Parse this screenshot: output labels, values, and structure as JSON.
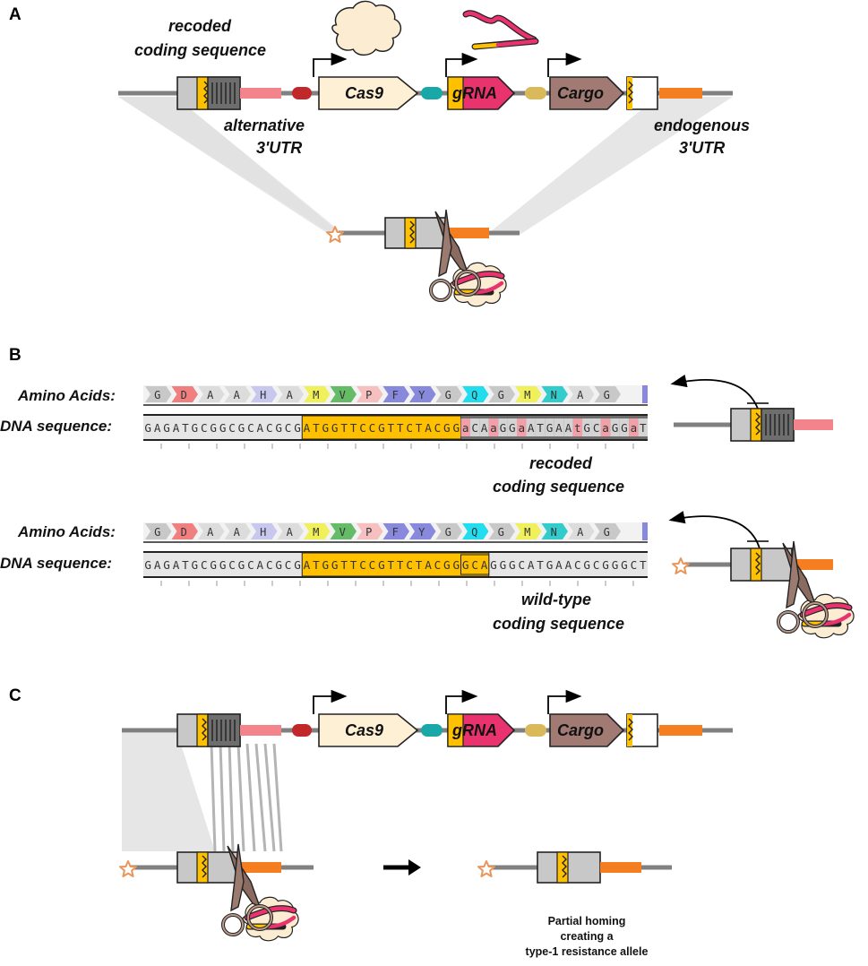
{
  "panels": {
    "a": "A",
    "b": "B",
    "c": "C"
  },
  "genes": {
    "cas9": "Cas9",
    "grna": "gRNA",
    "cargo": "Cargo"
  },
  "labels": {
    "recoded_top": [
      "recoded",
      "coding sequence"
    ],
    "alt_utr": [
      "alternative",
      "3'UTR"
    ],
    "endo_utr": [
      "endogenous",
      "3'UTR"
    ],
    "recoded_mid": [
      "recoded",
      "coding sequence"
    ],
    "wildtype": [
      "wild-type",
      "coding sequence"
    ],
    "partial_homing": [
      "Partial homing",
      "creating a",
      "type-1 resistance allele"
    ]
  },
  "rows": {
    "amino_acids": "Amino Acids:",
    "dna_sequence": "DNA sequence:"
  },
  "sequences": {
    "amino_acids": [
      "G",
      "D",
      "A",
      "A",
      "H",
      "A",
      "M",
      "V",
      "P",
      "F",
      "Y",
      "G",
      "Q",
      "G",
      "M",
      "N",
      "A",
      "G"
    ],
    "recoded_dna": "GAGATGCGGCGCACGCGATGGTTCCGTTCTACGGaCAaGGaATGAAtGCaGGaT",
    "wildtype_dna": "GAGATGCGGCGCACGCGATGGTTCCGTTCTACGGGCAGGGCATGAACGCGGGCT"
  },
  "colors": {
    "gray_line": "#808080",
    "exon_gray": "#c8c8c8",
    "yellow": "#ffc000",
    "cas9_fill": "#fdf0d5",
    "grna_pink": "#e8336e",
    "cargo_brown": "#a07a73",
    "utr_alt": "#f4848c",
    "utr_endo": "#f57f20",
    "red_linker": "#c0282a",
    "teal_linker": "#1aa7a8",
    "tan_linker": "#d9b95a",
    "homology_shade": "#e6e6e6",
    "scissors": "#8b6b60",
    "star": "#e8965a"
  }
}
